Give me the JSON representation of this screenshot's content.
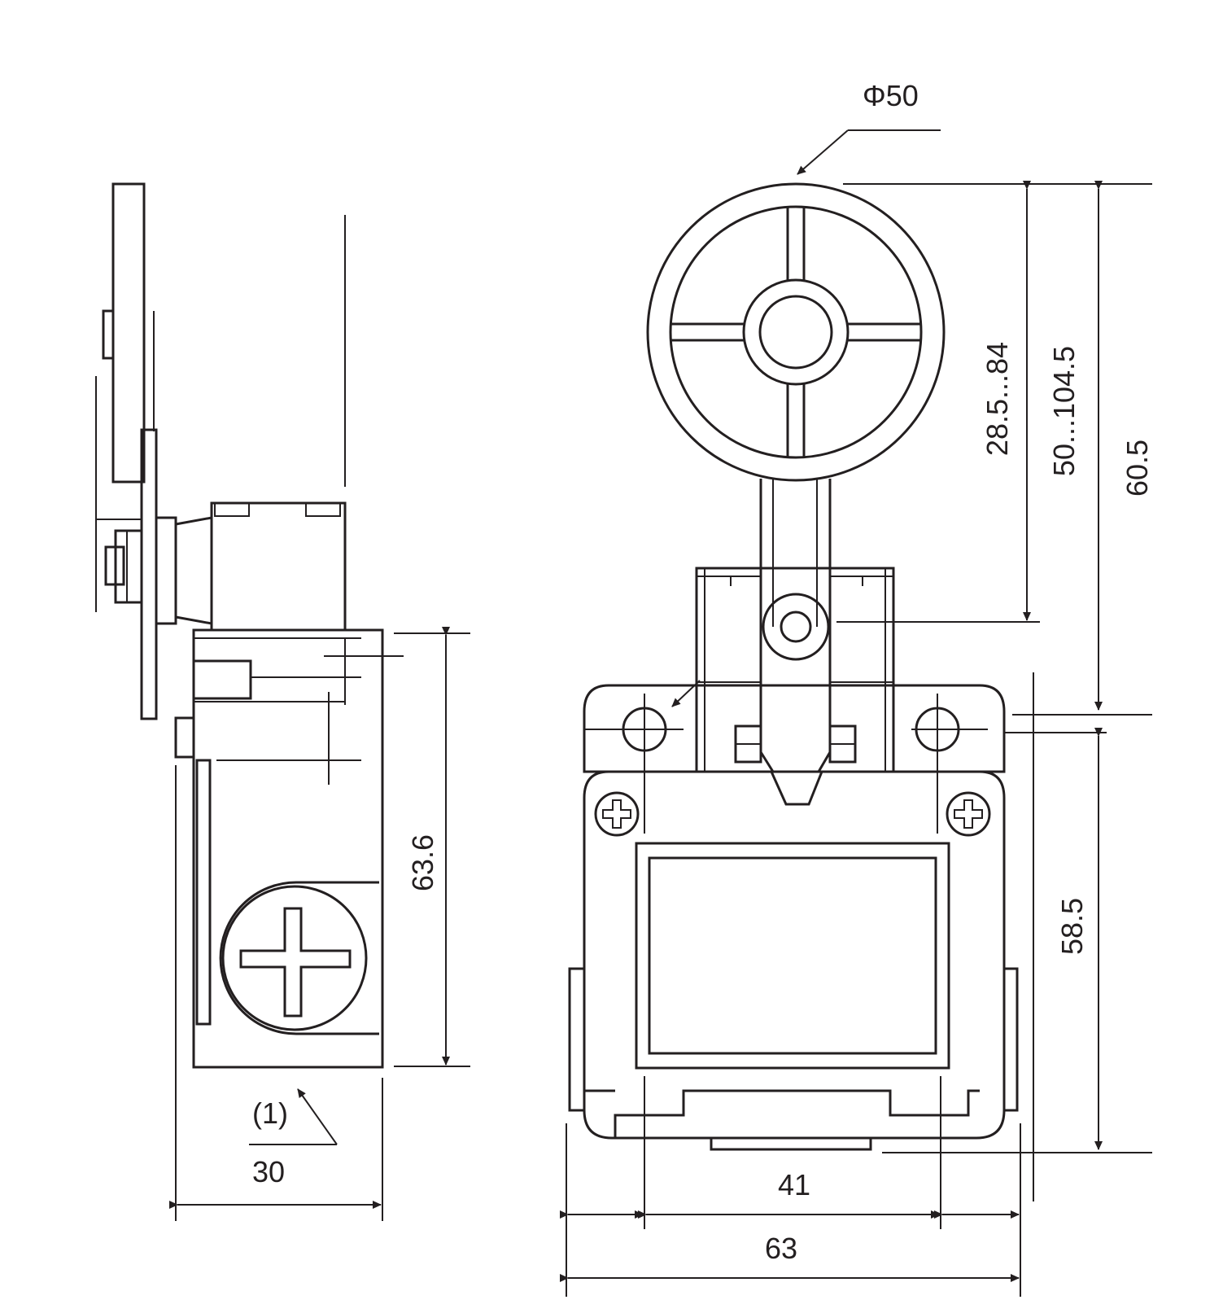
{
  "dimensions": {
    "roller_diameter": "Φ50",
    "lever_range": "28.5...84",
    "roller_top_range": "50...104.5",
    "overall_top": "60.5",
    "side_height": "63.6",
    "note_ref": "(1)",
    "side_width": "30",
    "body_height": "58.5",
    "hole_spacing": "41",
    "body_width": "63"
  }
}
